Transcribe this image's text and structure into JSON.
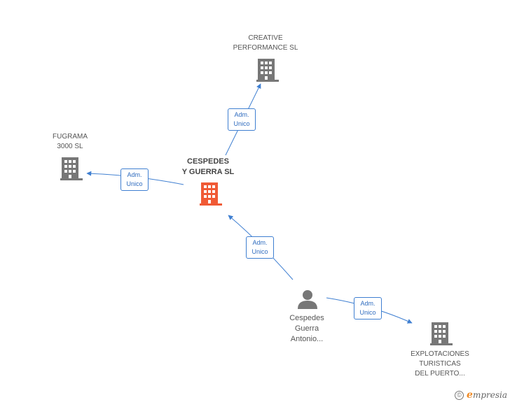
{
  "nodes": {
    "center": {
      "lines": [
        "CESPEDES",
        "Y GUERRA SL"
      ],
      "color": "#f05a35",
      "icon": "building-icon"
    },
    "creative": {
      "lines": [
        "CREATIVE",
        "PERFORMANCE SL"
      ],
      "color": "#777777",
      "icon": "building-icon"
    },
    "fugrama": {
      "lines": [
        "FUGRAMA",
        "3000  SL"
      ],
      "color": "#777777",
      "icon": "building-icon"
    },
    "person": {
      "lines": [
        "Cespedes",
        "Guerra",
        "Antonio..."
      ],
      "color": "#777777",
      "icon": "person-icon"
    },
    "explotaciones": {
      "lines": [
        "EXPLOTACIONES",
        "TURISTICAS",
        "DEL PUERTO..."
      ],
      "color": "#777777",
      "icon": "building-icon"
    }
  },
  "edges": [
    {
      "from": "center",
      "to": "creative",
      "label": [
        "Adm.",
        "Unico"
      ]
    },
    {
      "from": "center",
      "to": "fugrama",
      "label": [
        "Adm.",
        "Unico"
      ]
    },
    {
      "from": "person",
      "to": "center",
      "label": [
        "Adm.",
        "Unico"
      ]
    },
    {
      "from": "person",
      "to": "explotaciones",
      "label": [
        "Adm.",
        "Unico"
      ]
    }
  ],
  "footer": {
    "copyright_symbol": "©",
    "brand_initial": "e",
    "brand_rest": "mpresia"
  },
  "colors": {
    "edge": "#3f7fd1",
    "center_building": "#f05a35",
    "building": "#777777"
  }
}
